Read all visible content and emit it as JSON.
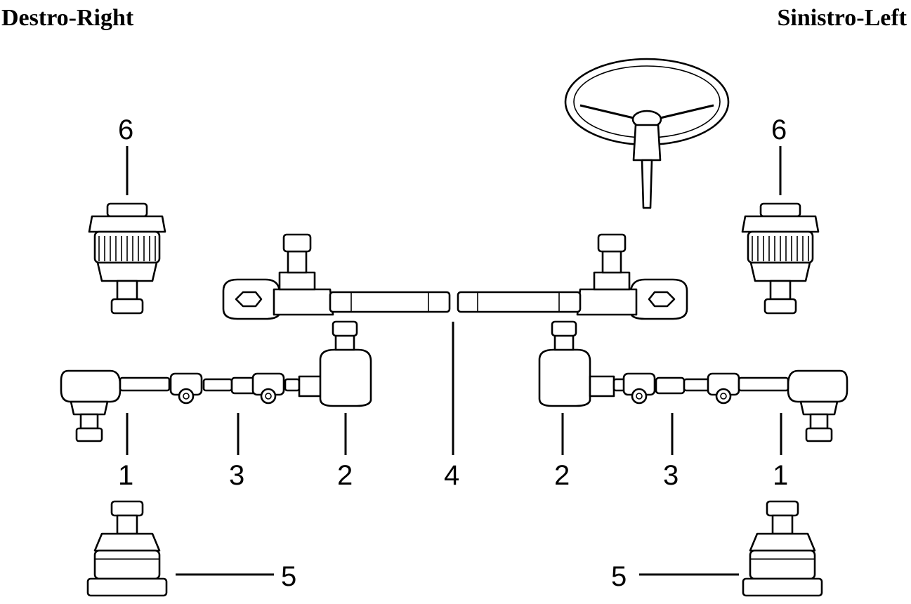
{
  "headings": {
    "right": "Destro-Right",
    "left": "Sinistro-Left"
  },
  "callouts": {
    "c1_left": "1",
    "c3_left": "3",
    "c2_left": "2",
    "c4": "4",
    "c2_right": "2",
    "c3_right": "3",
    "c1_right": "1",
    "c5_left": "5",
    "c5_right": "5",
    "c6_left": "6",
    "c6_right": "6"
  },
  "colors": {
    "ink": "#000000",
    "paper": "#ffffff"
  }
}
